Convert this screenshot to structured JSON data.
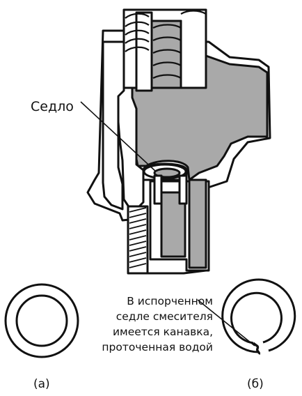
{
  "labels": {
    "seat": "Седло",
    "note_lines": [
      "В испорченном",
      "седле смесителя",
      "имеется канавка,",
      "проточенная водой"
    ],
    "caption_a": "(а)",
    "caption_b": "(б)"
  },
  "colors": {
    "line": "#111111",
    "fill_gray": "#a9a9a9",
    "background": "#ffffff"
  }
}
